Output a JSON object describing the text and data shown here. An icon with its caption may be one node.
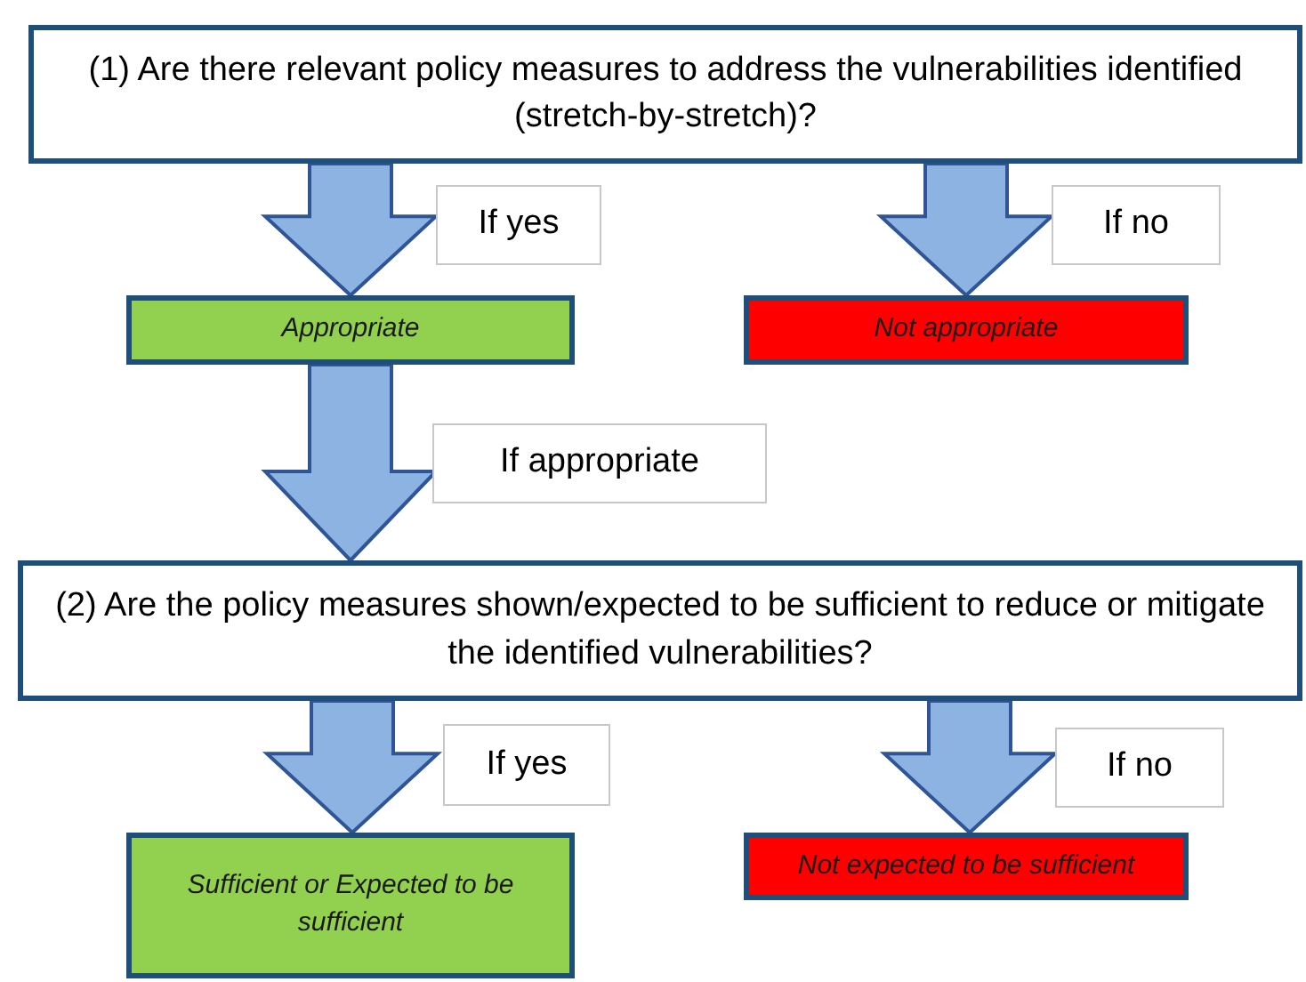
{
  "diagram": {
    "nodes": [
      {
        "text": [
          "(1) Are there relevant policy measures to address the vulnerabilities identified (stretch-by-stretch)?"
        ]
      },
      {
        "text": [
          "Appropriate"
        ]
      },
      {
        "text": [
          "Not appropriate"
        ]
      },
      {
        "text": [
          "(2) Are the policy measures shown/expected to be sufficient to reduce or mitigate the identified vulnerabilities?"
        ]
      },
      {
        "text": [
          "Sufficient or Expected to be sufficient"
        ]
      },
      {
        "text": [
          "Not expected to be sufficient"
        ]
      }
    ],
    "edges": [
      {
        "from": 0,
        "to": 1,
        "arrow": "to",
        "label": "If yes"
      },
      {
        "from": 0,
        "to": 2,
        "arrow": "to",
        "label": "If no"
      },
      {
        "from": 1,
        "to": 3,
        "arrow": "to",
        "label": "If appropriate"
      },
      {
        "from": 3,
        "to": 4,
        "arrow": "to",
        "label": "If yes"
      },
      {
        "from": 3,
        "to": 5,
        "arrow": "to",
        "label": "If no"
      }
    ]
  }
}
